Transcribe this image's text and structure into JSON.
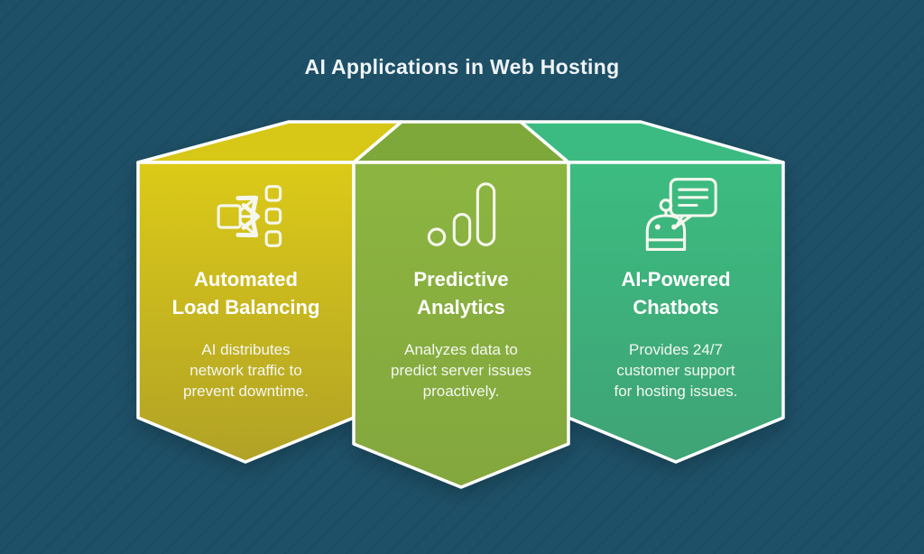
{
  "title": "AI Applications in Web Hosting",
  "colors": {
    "background": "#1e5067",
    "outline": "#ffffff",
    "text": "#ffffff",
    "card1_top": "#dcca18",
    "card1_bottom": "#b1a226",
    "card1_roof": "#d7c716",
    "card2_top": "#8cb540",
    "card2_bottom": "#83a73e",
    "card2_roof": "#7fa83a",
    "card3_top": "#3cbc80",
    "card3_bottom": "#3fa376",
    "card3_roof": "#3bbb81"
  },
  "cards": [
    {
      "icon": "load-balancer-icon",
      "heading_lines": [
        "Automated",
        "Load Balancing"
      ],
      "desc_lines": [
        "AI distributes",
        "network traffic to",
        "prevent downtime."
      ]
    },
    {
      "icon": "analytics-chart-icon",
      "heading_lines": [
        "Predictive",
        "Analytics"
      ],
      "desc_lines": [
        "Analyzes data to",
        "predict server issues",
        "proactively."
      ]
    },
    {
      "icon": "chatbot-icon",
      "heading_lines": [
        "AI-Powered",
        "Chatbots"
      ],
      "desc_lines": [
        "Provides 24/7",
        "customer support",
        "for hosting issues."
      ]
    }
  ]
}
